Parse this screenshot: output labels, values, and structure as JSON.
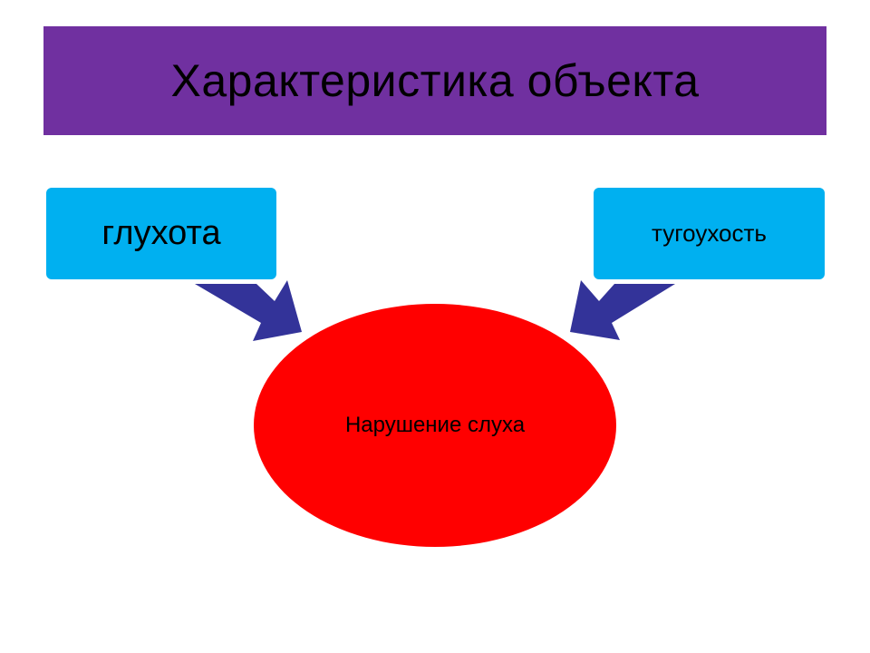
{
  "slide": {
    "title": "Характеристика объекта",
    "nodes": {
      "left": "глухота",
      "right": "тугоухость",
      "center": "Нарушение слуха"
    }
  },
  "colors": {
    "title_bar": "#7030a0",
    "boxes": "#00b0f0",
    "arrows": "#333399",
    "ellipse": "#ff0000",
    "text": "#000000"
  },
  "icons": {
    "left_arrow": "arrow-down-right-icon",
    "right_arrow": "arrow-down-left-icon"
  }
}
